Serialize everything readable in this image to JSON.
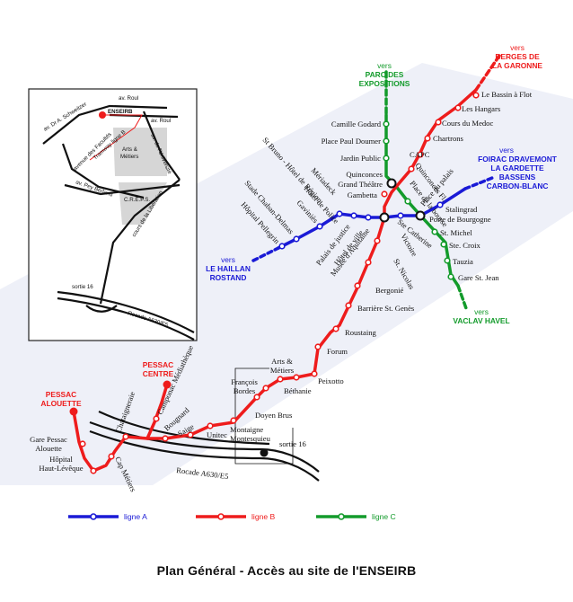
{
  "title": "Plan Général - Accès au site de l'ENSEIRB",
  "colors": {
    "line_a": "#1a1ad6",
    "line_b": "#ee1c1c",
    "line_c": "#139b2b",
    "road": "#111111",
    "background_band": "#eef0f8"
  },
  "legend": [
    "ligne A",
    "ligne B",
    "ligne C"
  ],
  "directions": {
    "berges": [
      "vers",
      "BERGES DE",
      "LA GARONNE"
    ],
    "parc": [
      "vers",
      "PARC DES",
      "EXPOSITIONS"
    ],
    "foirac": [
      "vers",
      "FOIRAC DRAVEMONT",
      "LA GARDETTE",
      "BASSENS",
      "CARBON-BLANC"
    ],
    "haillan": [
      "vers",
      "LE HAILLAN",
      "ROSTAND"
    ],
    "vaclav": [
      "vers",
      "VACLAV HAVEL"
    ],
    "pessac_centre": [
      "PESSAC",
      "CENTRE"
    ],
    "pessac_alouette": [
      "PESSAC",
      "ALOUETTE"
    ]
  },
  "stations": {
    "bassin": "Le Bassin à Flot",
    "hangars": "Les Hangars",
    "cours_medoc": "Cours du Medoc",
    "chartrons": "Chartrons",
    "capc": "CAPC",
    "quinconces_fl": "Quinconces Fl.",
    "place_bourse": "Place de la bourse",
    "place_palais": "Place du palais",
    "camille": "Camille Godard",
    "paul_doumer": "Place Paul Doumer",
    "jardin": "Jardin Public",
    "quinconces": "Quinconces",
    "grand_theatre": "Grand Théâtre",
    "gambetta": "Gambetta",
    "stalingrad": "Stalingrad",
    "bourgogne": "Porte de Bourgogne",
    "st_michel": "St. Michel",
    "ste_croix": "Ste. Croix",
    "tauzia": "Tauzia",
    "gare_st_jean": "Gare St. Jean",
    "ste_catherine": "Ste Catherine",
    "st_bruno": "St Bruno - Hôtel de Région",
    "meriadeck": "Mériadeck",
    "hotel_police": "Hôtel de Police",
    "gavinies": "Gaviniès",
    "chaban": "Stade Chaban-Delmas",
    "pellegrin": "Hôpital Pellegrin",
    "palais_justice": "Palais de justice",
    "hotel_ville": "Hôtel de ville",
    "musee": "Musée d'Aquitaine",
    "victoire": "Victoire",
    "st_nicolas": "St. Nicolas",
    "bergonie": "Bergonié",
    "barriere": "Barrière St. Genès",
    "roustaing": "Roustaing",
    "forum": "Forum",
    "peixotto": "Peixotto",
    "bethanie": "Béthanie",
    "arts_metiers": [
      "Arts &",
      "Métiers"
    ],
    "francois_bordes": [
      "François",
      "Bordes"
    ],
    "doyen_brus": "Doyen Brus",
    "montaigne": [
      "Montaigne",
      "Montesquieu"
    ],
    "unitec": "Unitec",
    "saige": "Saige",
    "bougnard": "Bougnard",
    "camponac": "Camponac Médiathèque",
    "chataigneraie": "Chataigneraie",
    "cap_metiers": "Cap Métiers",
    "gare_pessac": [
      "Gare Pessac",
      "Alouette"
    ],
    "hopital_hl": [
      "Hôpital",
      "Haut-Lévêque"
    ]
  },
  "roads": {
    "sortie16": "sortie 16",
    "rocade": "Rocade A630/E5"
  },
  "inset": {
    "enseirb": "ENSEIRB",
    "av_roul_1": "av. Roul",
    "av_roul_2": "av. Roul",
    "schweitzer": "av. Dr A. Schweitzer",
    "facultes": "avenue des Facultés",
    "tramway": "Tramway ligne B",
    "arts_metiers": [
      "Arts &",
      "Métiers"
    ],
    "universite": "av. de l'Université",
    "creps": "C.R.E.P.S.",
    "liberation": "cours de la Libération",
    "pey_berland": "av. Pey Berland",
    "sortie16": "sortie 16",
    "rocade": "Rocade A630/E5"
  }
}
